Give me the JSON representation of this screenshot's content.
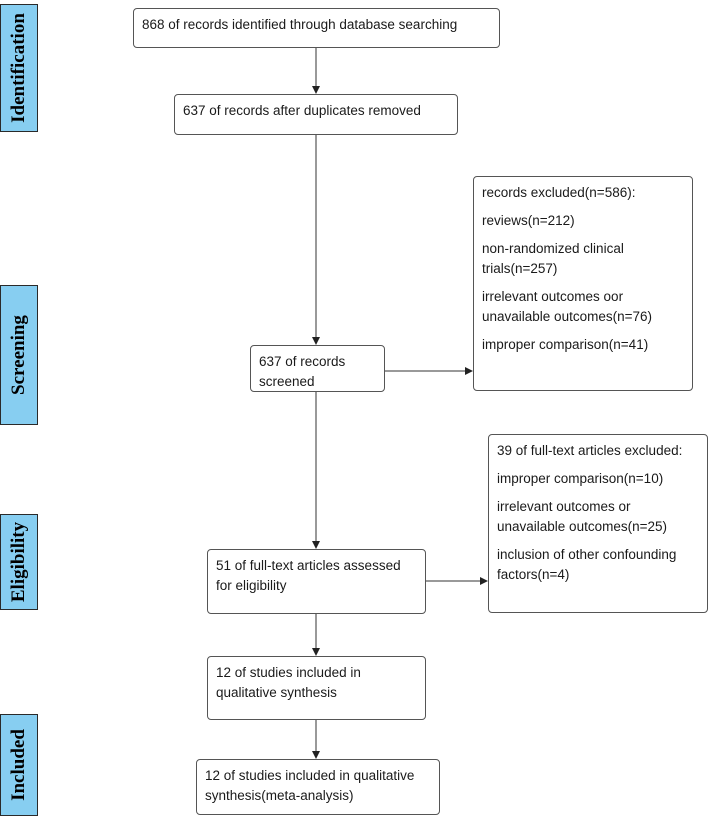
{
  "phases": {
    "identification": "Identification",
    "screening": "Screening",
    "eligibility": "Eligibility",
    "included": "Included"
  },
  "boxes": {
    "identified": "868 of records identified through database searching",
    "after_duplicates": "637 of records after duplicates removed",
    "screened": "637 of records screened",
    "full_text_l1": "51 of full-text articles assessed",
    "full_text_l2": "for eligibility",
    "qualitative_l1": "12 of studies included in",
    "qualitative_l2": "qualitative synthesis",
    "meta_l1": "12 of studies included in qualitative",
    "meta_l2": "synthesis(meta-analysis)"
  },
  "excluded_records": {
    "title": "records excluded(n=586):",
    "reviews": "reviews(n=212)",
    "nonrandom_l1": "non-randomized clinical",
    "nonrandom_l2": "trials(n=257)",
    "irrelevant_l1": "irrelevant outcomes oor",
    "irrelevant_l2": "unavailable outcomes(n=76)",
    "improper": "improper comparison(n=41)"
  },
  "excluded_fulltext": {
    "title": "39 of full-text articles excluded:",
    "improper": "improper comparison(n=10)",
    "irrelevant_l1": "irrelevant outcomes or",
    "irrelevant_l2": "unavailable outcomes(n=25)",
    "confounding_l1": "inclusion of other confounding",
    "confounding_l2": "factors(n=4)"
  }
}
